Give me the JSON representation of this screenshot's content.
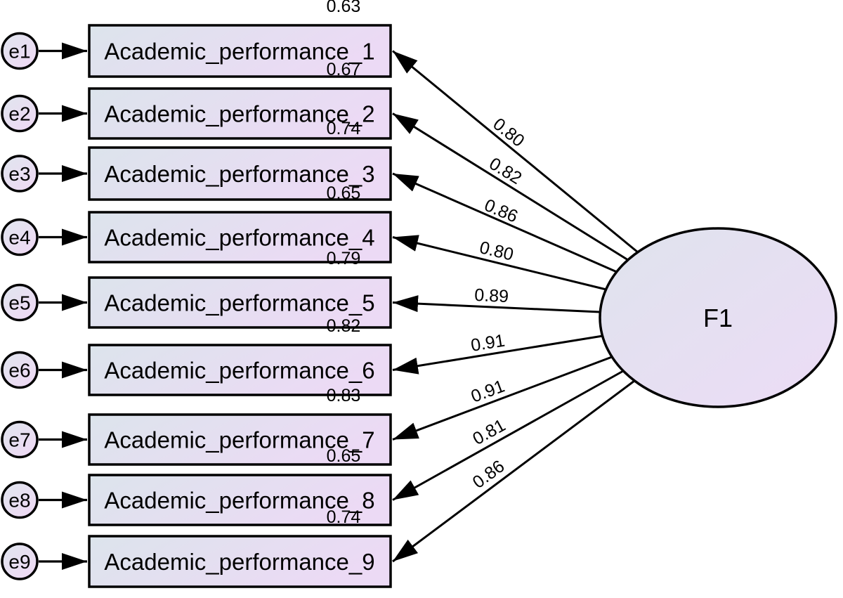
{
  "diagram": {
    "type": "confirmatory-factor-analysis-path-diagram",
    "factor": {
      "label": "F1"
    },
    "indicators": [
      {
        "error_label": "e1",
        "label": "Academic_performance_1",
        "loading": "0.80",
        "smc": "0.63"
      },
      {
        "error_label": "e2",
        "label": "Academic_performance_2",
        "loading": "0.82",
        "smc": "0.67"
      },
      {
        "error_label": "e3",
        "label": "Academic_performance_3",
        "loading": "0.86",
        "smc": "0.74"
      },
      {
        "error_label": "e4",
        "label": "Academic_performance_4",
        "loading": "0.80",
        "smc": "0.65"
      },
      {
        "error_label": "e5",
        "label": "Academic_performance_5",
        "loading": "0.89",
        "smc": "0.79"
      },
      {
        "error_label": "e6",
        "label": "Academic_performance_6",
        "loading": "0.91",
        "smc": "0.82"
      },
      {
        "error_label": "e7",
        "label": "Academic_performance_7",
        "loading": "0.91",
        "smc": "0.83"
      },
      {
        "error_label": "e8",
        "label": "Academic_performance_8",
        "loading": "0.81",
        "smc": "0.65"
      },
      {
        "error_label": "e9",
        "label": "Academic_performance_9",
        "loading": "0.86",
        "smc": "0.74"
      }
    ],
    "colors": {
      "node_gradient_start": "#dce4ec",
      "node_gradient_end": "#ecdaf5",
      "stroke": "#000000",
      "background": "#ffffff"
    }
  }
}
